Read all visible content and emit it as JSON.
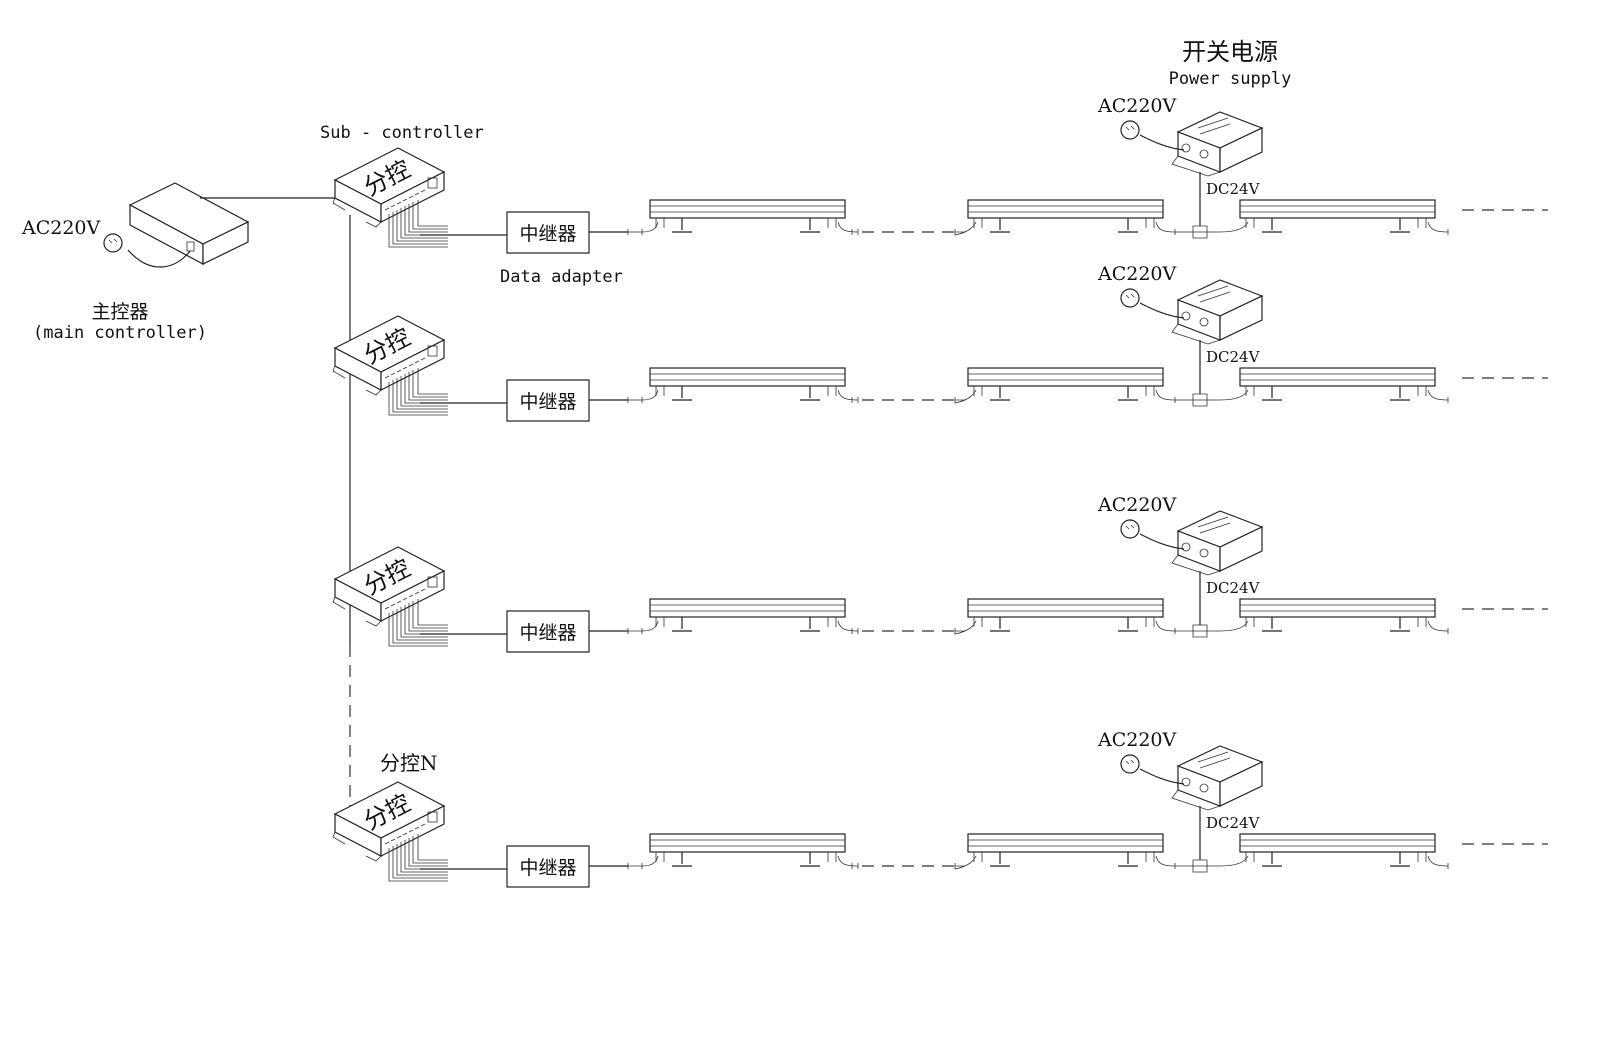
{
  "labels": {
    "power_supply_cn": "开关电源",
    "power_supply_en": "Power supply",
    "sub_controller": "Sub - controller",
    "data_adapter": "Data adapter",
    "main_controller_cn": "主控器",
    "main_controller_en": "(main controller)",
    "main_ac": "AC220V",
    "sub_n": "分控N"
  },
  "rows": [
    {
      "sub_text": "分控",
      "repeater": "中继器",
      "ac": "AC220V",
      "dc": "DC24V"
    },
    {
      "sub_text": "分控",
      "repeater": "中继器",
      "ac": "AC220V",
      "dc": "DC24V"
    },
    {
      "sub_text": "分控",
      "repeater": "中继器",
      "ac": "AC220V",
      "dc": "DC24V"
    },
    {
      "sub_text": "分控",
      "repeater": "中继器",
      "ac": "AC220V",
      "dc": "DC24V"
    }
  ]
}
